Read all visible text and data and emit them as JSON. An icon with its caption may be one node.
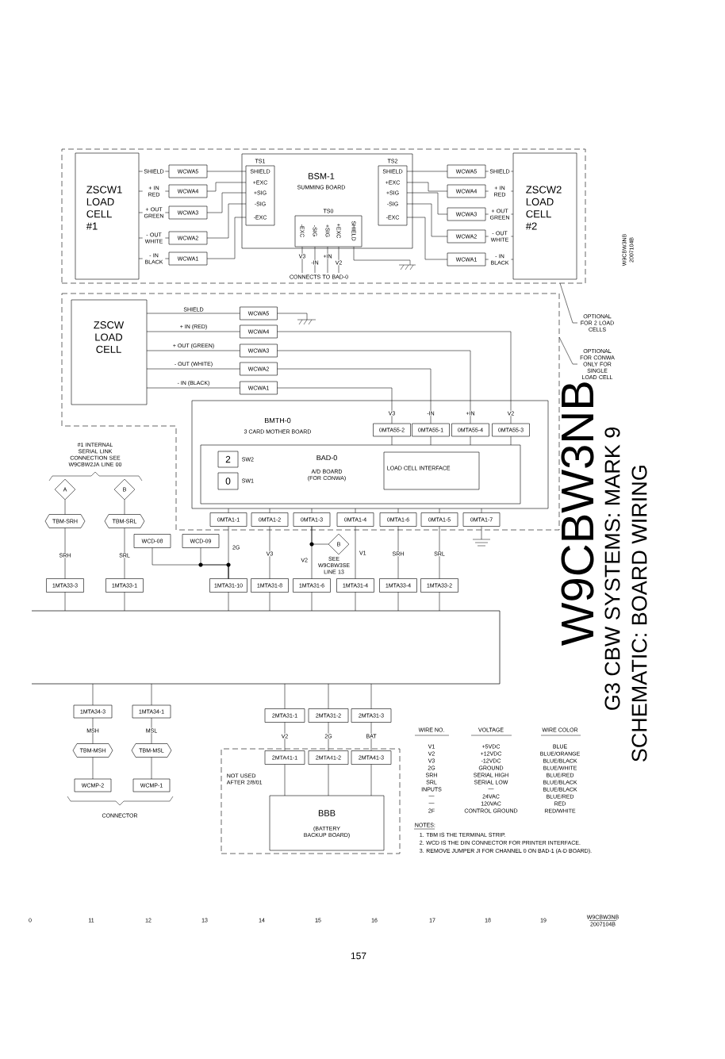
{
  "diagram": {
    "nodes": [
      {
        "text": [],
        "shape": "box"
      },
      {
        "text": [
          "ZSCW1 LOAD CELL #1"
        ],
        "in": 0
      },
      {
        "text": [
          "WCWA5"
        ],
        "in": 0
      },
      {
        "text": [
          "WCWA4"
        ],
        "in": 0
      },
      {
        "text": [
          "WCWA3"
        ],
        "in": 0
      },
      {
        "text": [
          "WCWA2"
        ],
        "in": 0
      },
      {
        "text": [
          "WCWA1"
        ],
        "in": 0
      },
      {
        "text": [
          "BSM-1",
          "SUMMING BOARD"
        ],
        "in": 0
      },
      {
        "text": [
          "TS1",
          "SHIELD",
          "+EXC",
          "+SIG",
          "-SIG",
          "-EXC"
        ],
        "in": 7
      },
      {
        "text": [
          "TS2",
          "SHIELD",
          "+EXC",
          "+SIG",
          "-SIG",
          "-EXC"
        ],
        "in": 7
      },
      {
        "text": [
          "TS0",
          "-EXC",
          "-SIG",
          "+SIG",
          "+EXC",
          "SHIELD"
        ],
        "in": 7
      },
      {
        "text": [
          "WCWA5"
        ],
        "in": 0
      },
      {
        "text": [
          "WCWA4"
        ],
        "in": 0
      },
      {
        "text": [
          "WCWA3"
        ],
        "in": 0
      },
      {
        "text": [
          "WCWA2"
        ],
        "in": 0
      },
      {
        "text": [
          "WCWA1"
        ],
        "in": 0
      },
      {
        "text": [
          "ZSCW2 LOAD CELL #2"
        ],
        "in": 0
      },
      {
        "text": [],
        "shape": "box"
      },
      {
        "text": [
          "ZSCW LOAD CELL"
        ],
        "in": 17
      },
      {
        "text": [
          "WCWA5"
        ],
        "in": 17
      },
      {
        "text": [
          "WCWA4"
        ],
        "in": 17
      },
      {
        "text": [
          "WCWA3"
        ],
        "in": 17
      },
      {
        "text": [
          "WCWA2"
        ],
        "in": 17
      },
      {
        "text": [
          "WCWA1"
        ],
        "in": 17
      },
      {
        "text": [
          "BMTH-0",
          "3 CARD MOTHER BOARD"
        ],
        "in": 17
      },
      {
        "text": [
          "0MTA55-2"
        ],
        "in": 24
      },
      {
        "text": [
          "0MTA55-1"
        ],
        "in": 24
      },
      {
        "text": [
          "0MTA55-4"
        ],
        "in": 24
      },
      {
        "text": [
          "0MTA55-3"
        ],
        "in": 24
      },
      {
        "text": [
          "BAD-0",
          "A/D BOARD (FOR CONWA)"
        ],
        "in": 24
      },
      {
        "text": [
          "2"
        ],
        "beside": [
          "SW2"
        ],
        "in": 29
      },
      {
        "text": [
          "0"
        ],
        "beside": [
          "SW1"
        ],
        "in": 29
      },
      {
        "text": [
          "LOAD CELL INTERFACE"
        ],
        "in": 29
      },
      {
        "text": [
          "0MTA1-1"
        ],
        "in": 17
      },
      {
        "text": [
          "0MTA1-2"
        ],
        "in": 17
      },
      {
        "text": [
          "0MTA1-3"
        ],
        "in": 17
      },
      {
        "text": [
          "0MTA1-4"
        ],
        "in": 17
      },
      {
        "text": [
          "0MTA1-6"
        ],
        "in": 17
      },
      {
        "text": [
          "0MTA1-5"
        ],
        "in": 17
      },
      {
        "text": [
          "0MTA1-7"
        ],
        "in": 17
      },
      {
        "text": [
          "A"
        ]
      },
      {
        "text": [
          "B"
        ]
      },
      {
        "text": [
          "TBM-SRH"
        ]
      },
      {
        "text": [
          "TBM-SRL"
        ]
      },
      {
        "text": [
          "WCD-08"
        ]
      },
      {
        "text": [
          "WCD-09"
        ]
      },
      {
        "text": [
          "B"
        ],
        "beside": [
          "SEE W9CBW3SE LINE 13"
        ]
      },
      {
        "text": [
          "1MTA33-3"
        ]
      },
      {
        "text": [
          "1MTA33-1"
        ]
      },
      {
        "text": [
          "1MTA31-10"
        ]
      },
      {
        "text": [
          "1MTA31-8"
        ]
      },
      {
        "text": [
          "1MTA31-6"
        ]
      },
      {
        "text": [
          "1MTA31-4"
        ]
      },
      {
        "text": [
          "1MTA33-4"
        ]
      },
      {
        "text": [
          "1MTA33-2"
        ]
      },
      {
        "text": [
          "1MTA34-3"
        ]
      },
      {
        "text": [
          "1MTA34-1"
        ]
      },
      {
        "text": [
          "TBM-MSH"
        ]
      },
      {
        "text": [
          "TBM-MSL"
        ]
      },
      {
        "text": [
          "WCMP-2"
        ]
      },
      {
        "text": [
          "WCMP-1"
        ]
      },
      {
        "text": [
          "NOT USED AFTER 2/8/01"
        ]
      },
      {
        "text": [
          "2MTA31-1"
        ]
      },
      {
        "text": [
          "2MTA31-2"
        ]
      },
      {
        "text": [
          "2MTA31-3"
        ]
      },
      {
        "text": [
          "2MTA41-1"
        ],
        "in": 61
      },
      {
        "text": [
          "2MTA41-2"
        ],
        "in": 61
      },
      {
        "text": [
          "2MTA41-3"
        ],
        "in": 61
      },
      {
        "text": [
          "BBB",
          "(BATTERY BACKUP BOARD)"
        ],
        "in": 61
      },
      {
        "text": [
          "OPTIONAL FOR 2 LOAD CELLS"
        ]
      },
      {
        "text": [
          "OPTIONAL FOR CONWA ONLY FOR SINGLE LOAD CELL"
        ]
      },
      {
        "text": [
          "CONNECTS TO BAD-0"
        ],
        "in": 0
      }
    ],
    "edges": [
      {
        "from": 1,
        "to": 2,
        "arrow": "none",
        "label": "SHIELD"
      },
      {
        "from": 1,
        "to": 3,
        "arrow": "none",
        "label": "+ IN RED"
      },
      {
        "from": 1,
        "to": 4,
        "arrow": "none",
        "label": "+ OUT GREEN"
      },
      {
        "from": 1,
        "to": 5,
        "arrow": "none",
        "label": "- OUT WHITE"
      },
      {
        "from": 1,
        "to": 6,
        "arrow": "none",
        "label": "- IN BLACK"
      },
      {
        "from": 2,
        "to": 8,
        "arrow": "none"
      },
      {
        "from": 3,
        "to": 8,
        "arrow": "none"
      },
      {
        "from": 4,
        "to": 8,
        "arrow": "none"
      },
      {
        "from": 5,
        "to": 8,
        "arrow": "none"
      },
      {
        "from": 6,
        "to": 8,
        "arrow": "none"
      },
      {
        "from": 9,
        "to": 11,
        "arrow": "none"
      },
      {
        "from": 9,
        "to": 12,
        "arrow": "none"
      },
      {
        "from": 9,
        "to": 13,
        "arrow": "none"
      },
      {
        "from": 9,
        "to": 14,
        "arrow": "none"
      },
      {
        "from": 9,
        "to": 15,
        "arrow": "none"
      },
      {
        "from": 11,
        "to": 16,
        "arrow": "none",
        "label": "SHIELD"
      },
      {
        "from": 12,
        "to": 16,
        "arrow": "none",
        "label": "+ IN RED"
      },
      {
        "from": 13,
        "to": 16,
        "arrow": "none",
        "label": "+ OUT GREEN"
      },
      {
        "from": 14,
        "to": 16,
        "arrow": "none",
        "label": "- OUT WHITE"
      },
      {
        "from": 15,
        "to": 16,
        "arrow": "none",
        "label": "- IN BLACK"
      },
      {
        "from": 10,
        "to": 71,
        "arrow": "none",
        "label": "V3"
      },
      {
        "from": 10,
        "to": 71,
        "arrow": "none",
        "label": "-IN"
      },
      {
        "from": 10,
        "to": 71,
        "arrow": "none",
        "label": "+IN"
      },
      {
        "from": 10,
        "to": 71,
        "arrow": "none",
        "label": "V2"
      },
      {
        "from": 10,
        "to": null,
        "arrow": "none"
      },
      {
        "from": 18,
        "to": 19,
        "arrow": "none",
        "label": "SHIELD"
      },
      {
        "from": 18,
        "to": 20,
        "arrow": "none",
        "label": "+ IN (RED)"
      },
      {
        "from": 18,
        "to": 21,
        "arrow": "none",
        "label": "+ OUT (GREEN)"
      },
      {
        "from": 18,
        "to": 22,
        "arrow": "none",
        "label": "- OUT (WHITE)"
      },
      {
        "from": 18,
        "to": 23,
        "arrow": "none",
        "label": "- IN (BLACK)"
      },
      {
        "from": 19,
        "to": null,
        "arrow": "none"
      },
      {
        "from": 23,
        "to": 25,
        "arrow": "none",
        "label": "V3"
      },
      {
        "from": 22,
        "to": 26,
        "arrow": "none",
        "label": "-IN"
      },
      {
        "from": 21,
        "to": 27,
        "arrow": "none",
        "label": "+IN"
      },
      {
        "from": 20,
        "to": 28,
        "arrow": "none",
        "label": "V2"
      },
      {
        "from": 25,
        "to": 29,
        "arrow": "none"
      },
      {
        "from": 26,
        "to": 29,
        "arrow": "none"
      },
      {
        "from": 27,
        "to": 29,
        "arrow": "none"
      },
      {
        "from": 28,
        "to": 29,
        "arrow": "none"
      },
      {
        "from": 24,
        "to": 33,
        "arrow": "none"
      },
      {
        "from": 24,
        "to": 34,
        "arrow": "none"
      },
      {
        "from": 24,
        "to": 35,
        "arrow": "none"
      },
      {
        "from": 24,
        "to": 36,
        "arrow": "none"
      },
      {
        "from": 24,
        "to": 37,
        "arrow": "none"
      },
      {
        "from": 24,
        "to": 38,
        "arrow": "none"
      },
      {
        "from": 24,
        "to": 39,
        "arrow": "none"
      },
      {
        "from": 39,
        "to": null,
        "arrow": "none"
      },
      {
        "from": 40,
        "to": 42,
        "arrow": "none"
      },
      {
        "from": 42,
        "to": 47,
        "arrow": "none",
        "label": "SRH"
      },
      {
        "from": 41,
        "to": 43,
        "arrow": "none"
      },
      {
        "from": 43,
        "to": 48,
        "arrow": "none",
        "label": "SRL"
      },
      {
        "from": 33,
        "to": 49,
        "arrow": "none",
        "label": "2G"
      },
      {
        "from": 44,
        "to": 49,
        "arrow": "none"
      },
      {
        "from": 45,
        "to": 49,
        "arrow": "none"
      },
      {
        "from": 34,
        "to": 50,
        "arrow": "none",
        "label": "V3"
      },
      {
        "from": 35,
        "to": 51,
        "arrow": "none",
        "label": "V2"
      },
      {
        "from": 35,
        "to": 46,
        "arrow": "none"
      },
      {
        "from": 36,
        "to": 52,
        "arrow": "none",
        "label": "V1"
      },
      {
        "from": 37,
        "to": 53,
        "arrow": "none",
        "label": "SRH"
      },
      {
        "from": 38,
        "to": 54,
        "arrow": "none",
        "label": "SRL"
      },
      {
        "from": 47,
        "to": null,
        "arrow": "none"
      },
      {
        "from": 48,
        "to": null,
        "arrow": "none"
      },
      {
        "from": 49,
        "to": null,
        "arrow": "none"
      },
      {
        "from": 50,
        "to": null,
        "arrow": "none"
      },
      {
        "from": 51,
        "to": null,
        "arrow": "none"
      },
      {
        "from": 52,
        "to": null,
        "arrow": "none"
      },
      {
        "from": 53,
        "to": null,
        "arrow": "none"
      },
      {
        "from": 54,
        "to": null,
        "arrow": "none"
      },
      {
        "from": null,
        "to": 55,
        "arrow": "none"
      },
      {
        "from": null,
        "to": 56,
        "arrow": "none"
      },
      {
        "from": null,
        "to": 62,
        "arrow": "none"
      },
      {
        "from": null,
        "to": 63,
        "arrow": "none"
      },
      {
        "from": null,
        "to": 64,
        "arrow": "none"
      },
      {
        "from": 55,
        "to": 57,
        "arrow": "none",
        "label": "MSH"
      },
      {
        "from": 57,
        "to": 59,
        "arrow": "none"
      },
      {
        "from": 56,
        "to": 58,
        "arrow": "none",
        "label": "MSL"
      },
      {
        "from": 58,
        "to": 60,
        "arrow": "none"
      },
      {
        "from": 62,
        "to": 65,
        "arrow": "none",
        "label": "V2"
      },
      {
        "from": 63,
        "to": 66,
        "arrow": "none",
        "label": "2G"
      },
      {
        "from": 64,
        "to": 67,
        "arrow": "none",
        "label": "BAT"
      },
      {
        "from": 65,
        "to": 68,
        "arrow": "none"
      },
      {
        "from": 66,
        "to": 68,
        "arrow": "none"
      },
      {
        "from": 67,
        "to": 68,
        "arrow": "none"
      },
      {
        "from": 69,
        "to": 0,
        "arrow": "none"
      },
      {
        "from": 70,
        "to": 17,
        "arrow": "none"
      }
    ],
    "labels": [
      "W9CBW3NB",
      "2007104B",
      "#1 INTERNAL SERIAL LINK CONNECTION SEE W9CBW2JA LINE 00",
      "W9CBW3NB",
      "G3 CBW SYSTEMS: MARK 9",
      "SCHEMATIC: BOARD WIRING",
      "CONNECTOR",
      "WIRE NO.",
      "VOLTAGE",
      "WIRE COLOR",
      "V1",
      "+5VDC",
      "BLUE",
      "V2",
      "+12VDC",
      "BLUE/ORANGE",
      "V3",
      "-12VDC",
      "BLUE/BLACK",
      "2G",
      "GROUND",
      "BLUE/WHITE",
      "SRH",
      "SERIAL HIGH",
      "BLUE/RED",
      "SRL",
      "SERIAL LOW",
      "BLUE/BLACK",
      "INPUTS",
      "—",
      "BLUE/BLACK",
      "—",
      "24VAC",
      "BLUE/RED",
      "—",
      "120VAC",
      "RED",
      "2F",
      "CONTROL GROUND",
      "RED/WHITE",
      "NOTES:",
      "1. TBM IS THE TERMINAL STRIP.",
      "2. WCD IS THE DIN CONNECTOR FOR PRINTER INTERFACE.",
      "3. REMOVE JUMPER JI FOR CHANNEL 0 ON BAD-1 (A-D BOARD).",
      "0",
      "11",
      "12",
      "13",
      "14",
      "15",
      "16",
      "17",
      "18",
      "19",
      "W9CBW3NB",
      "2007104B",
      "157"
    ]
  }
}
